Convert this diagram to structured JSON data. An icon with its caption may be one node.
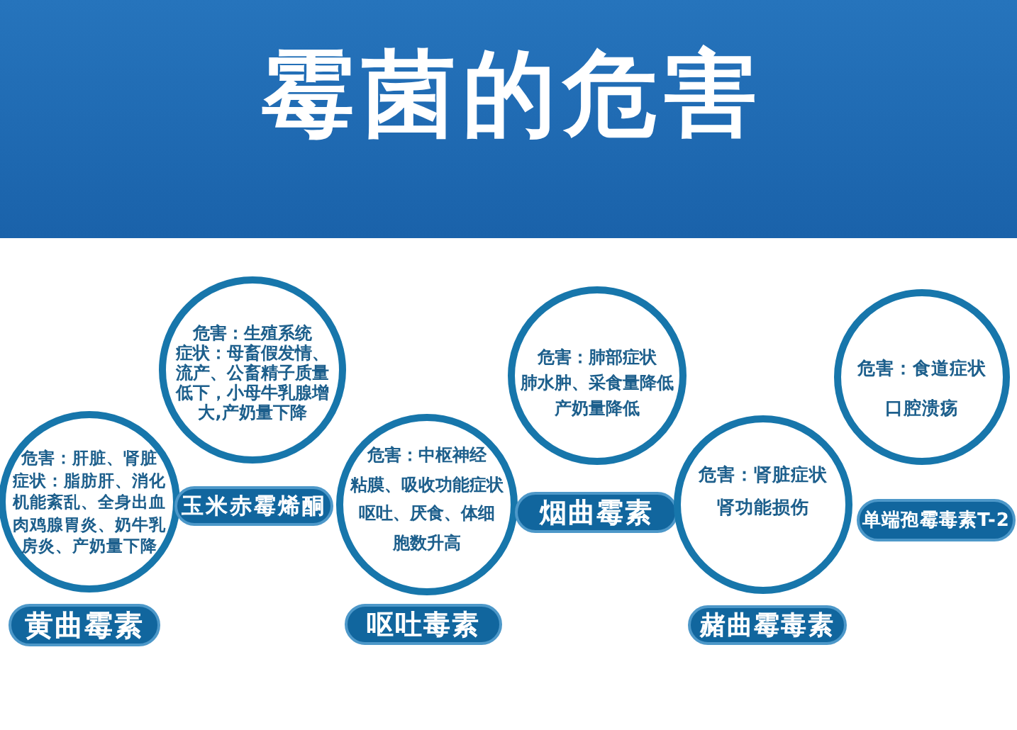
{
  "diagram": {
    "title": "霉菌的危害",
    "nodes": [
      {
        "text": [
          "危害：肝脏、肾脏",
          "症状：脂肪肝、消化机能紊乱、全身出血肉鸡腺胃炎、奶牛乳房炎、产奶量下降"
        ]
      },
      {
        "text": [
          "黄曲霉素"
        ]
      },
      {
        "text": [
          "危害：生殖系统",
          "症状：母畜假发情、流产、公畜精子质量低下，小母牛乳腺增大,产奶量下降"
        ]
      },
      {
        "text": [
          "玉米赤霉烯酮"
        ]
      },
      {
        "text": [
          "危害：中枢神经粘膜、吸收功能症状",
          "呕吐、厌食、体细胞数升高"
        ]
      },
      {
        "text": [
          "呕吐毒素"
        ]
      },
      {
        "text": [
          "危害：肺部症状",
          "肺水肿、采食量降低产奶量降低"
        ]
      },
      {
        "text": [
          "烟曲霉素"
        ]
      },
      {
        "text": [
          "危害：肾脏症状",
          "肾功能损伤"
        ]
      },
      {
        "text": [
          "赭曲霉毒素"
        ]
      },
      {
        "text": [
          "危害：食道症状",
          "口腔溃疡"
        ]
      },
      {
        "text": [
          "单端孢霉毒素T-2"
        ]
      }
    ]
  }
}
